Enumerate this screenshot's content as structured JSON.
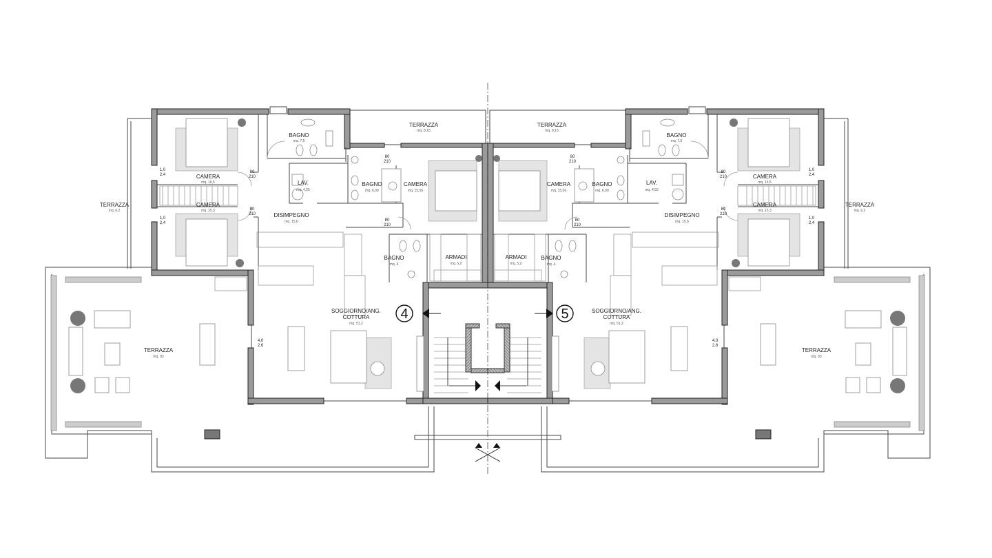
{
  "plan": {
    "left_unit": {
      "terrazza_top": {
        "name": "TERRAZZA",
        "area": "mq. 8,15"
      },
      "bagno_1": {
        "name": "BAGNO",
        "area": "mq. 7,5"
      },
      "camera_1": {
        "name": "CAMERA",
        "area": "mq. 16,5"
      },
      "lav": {
        "name": "LAV.",
        "area": "mq. 4,55"
      },
      "bagno_2": {
        "name": "BAGNO",
        "area": "mq. 6,00"
      },
      "camera_master": {
        "name": "CAMERA",
        "area": "mq. 15,56"
      },
      "camera_2": {
        "name": "CAMERA",
        "area": "mq. 15,3"
      },
      "disimpegno": {
        "name": "DISIMPEGNO",
        "area": "mq. 15,6"
      },
      "bagno_3": {
        "name": "BAGNO",
        "area": "mq. 4"
      },
      "armadi": {
        "name": "ARMADI",
        "area": "mq. 5,2"
      },
      "terrazza_side": {
        "name": "TERRAZZA",
        "area": "mq. 6,2"
      },
      "soggiorno": {
        "name_1": "SOGGIORNO/ANG.",
        "name_2": "COTTURA",
        "area": "mq. 51,2"
      },
      "terrazza_large": {
        "name": "TERRAZZA",
        "area": "mq. 93"
      },
      "marker": "4"
    },
    "right_unit": {
      "terrazza_top": {
        "name": "TERRAZZA",
        "area": "mq. 8,15"
      },
      "bagno_1": {
        "name": "BAGNO",
        "area": "mq. 7,5"
      },
      "camera_1": {
        "name": "CAMERA",
        "area": "mq. 16,5"
      },
      "lav": {
        "name": "LAV.",
        "area": "mq. 4,55"
      },
      "bagno_2": {
        "name": "BAGNO",
        "area": "mq. 6,00"
      },
      "camera_master": {
        "name": "CAMERA",
        "area": "mq. 15,56"
      },
      "camera_2": {
        "name": "CAMERA",
        "area": "mq. 15,3"
      },
      "disimpegno": {
        "name": "DISIMPEGNO",
        "area": "mq. 15,6"
      },
      "bagno_3": {
        "name": "BAGNO",
        "area": "mq. 4"
      },
      "armadi": {
        "name": "ARMADI",
        "area": "mq. 5,2"
      },
      "terrazza_side": {
        "name": "TERRAZZA",
        "area": "mq. 6,2"
      },
      "soggiorno": {
        "name_1": "SOGGIORNO/ANG.",
        "name_2": "COTTURA",
        "area": "mq. 51,2"
      },
      "terrazza_large": {
        "name": "TERRAZZA",
        "area": "mq. 93"
      },
      "marker": "5"
    },
    "door_tag": {
      "width": "80",
      "height": "210"
    },
    "window_tag": {
      "width": "1,0",
      "height": "2,4"
    },
    "living_window_tag": {
      "width": "4,0",
      "height": "2,6"
    }
  }
}
